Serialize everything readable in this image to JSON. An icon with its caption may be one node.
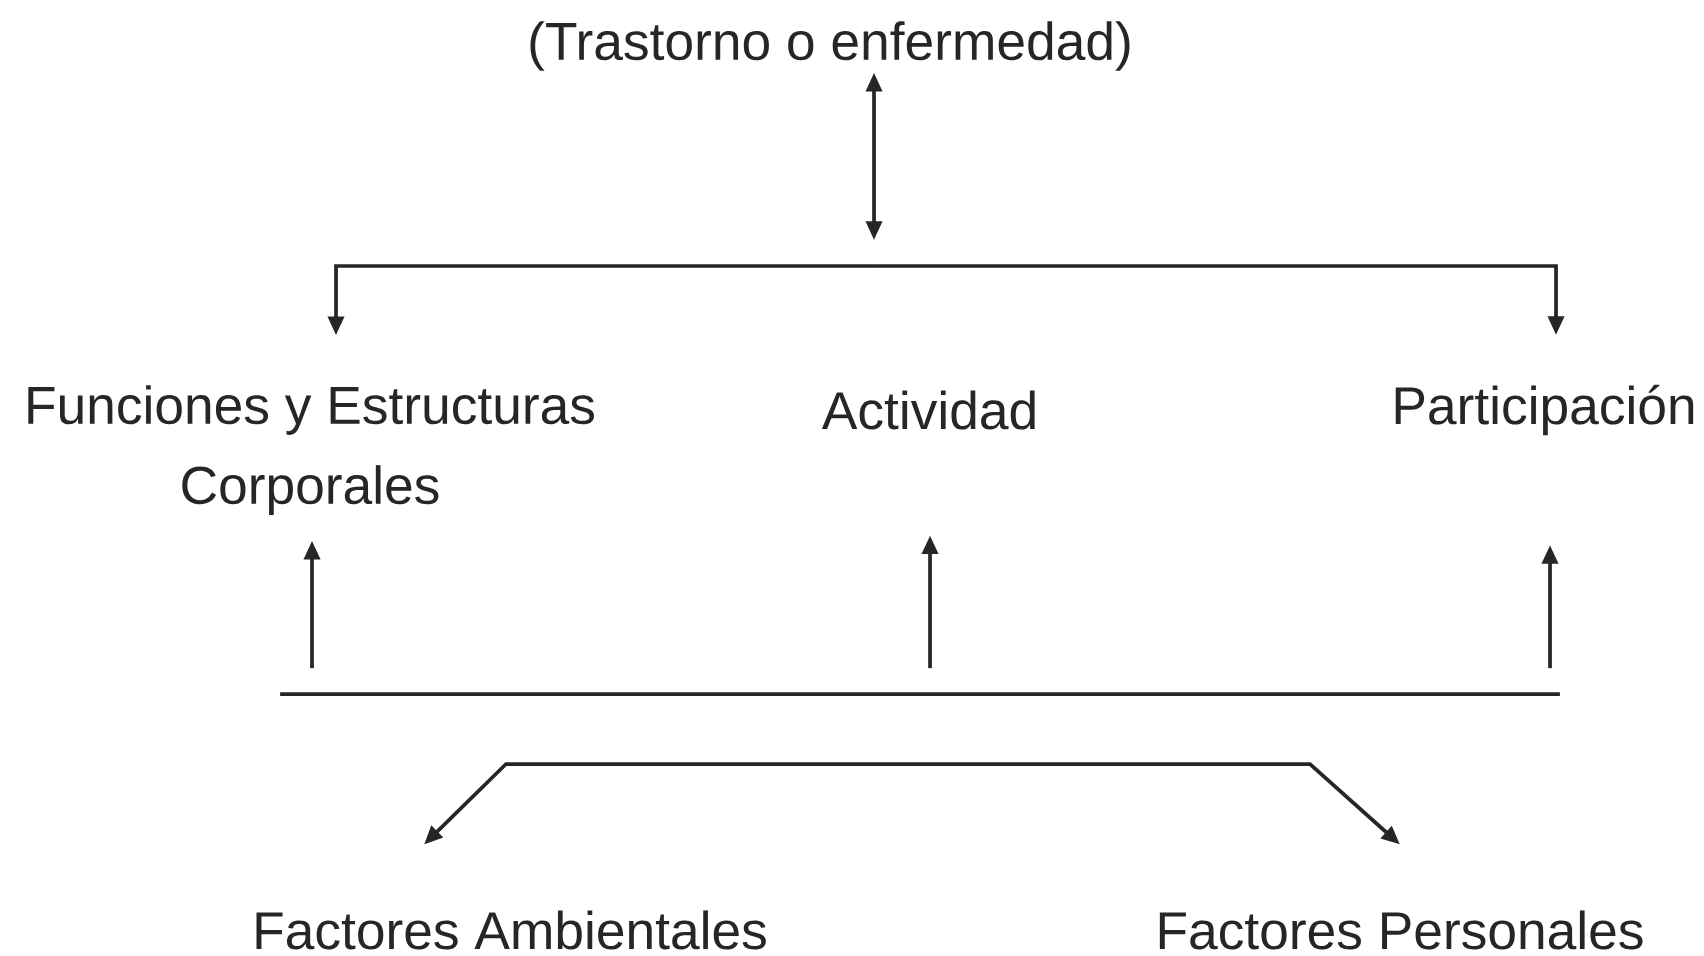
{
  "diagram": {
    "nodes": [
      {
        "text": [
          "(Trastorno o enfermedad)"
        ]
      },
      {
        "text": [
          "Funciones y Estructuras Corporales"
        ]
      },
      {
        "text": [
          "Actividad"
        ]
      },
      {
        "text": [
          "Participación"
        ]
      },
      {
        "text": [
          "Factores Ambientales"
        ]
      },
      {
        "text": [
          "Factores Personales"
        ]
      },
      {
        "text": [],
        "shape": "bar"
      }
    ],
    "edges": [
      {
        "from": 0,
        "to": null,
        "arrow": "both"
      },
      {
        "from": null,
        "to": 1,
        "arrow": "to"
      },
      {
        "from": null,
        "to": 3,
        "arrow": "to"
      },
      {
        "from": 6,
        "to": 1,
        "arrow": "to"
      },
      {
        "from": 6,
        "to": 2,
        "arrow": "to"
      },
      {
        "from": 6,
        "to": 3,
        "arrow": "to"
      },
      {
        "from": null,
        "to": 4,
        "arrow": "to"
      },
      {
        "from": null,
        "to": 5,
        "arrow": "to"
      }
    ]
  }
}
